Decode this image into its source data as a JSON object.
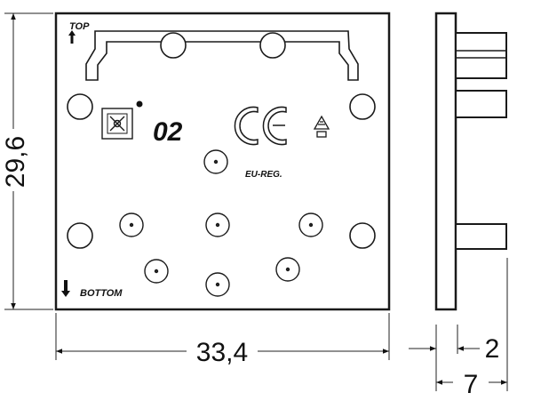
{
  "front_view": {
    "top_label": "TOP",
    "bottom_label": "BOTTOM",
    "model_number": "02",
    "ce_mark": "CE",
    "eu_reg_label": "EU-REG."
  },
  "dimensions": {
    "height": "29,6",
    "width": "33,4",
    "plate_thickness": "2",
    "total_depth": "7"
  },
  "colors": {
    "line": "#1a1a1a",
    "background": "#ffffff"
  }
}
